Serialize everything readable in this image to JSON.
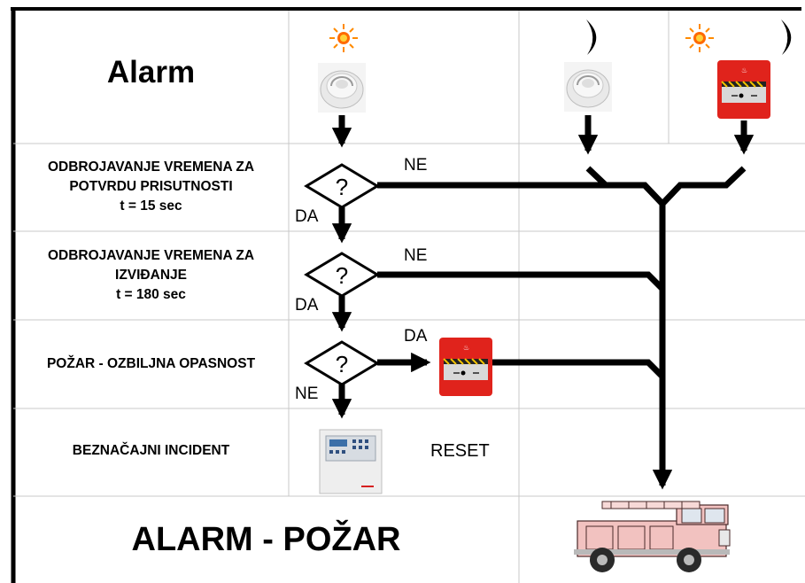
{
  "title": "Alarm",
  "rows": [
    {
      "line1": "ODBROJAVANJE VREMENA ZA",
      "line2": "POTVRDU PRISUTNOSTI",
      "line3": "t = 15 sec"
    },
    {
      "line1": "ODBROJAVANJE VREMENA ZA",
      "line2": "IZVIĐANJE",
      "line3": "t = 180 sec"
    },
    {
      "line1": "POŽAR - OZBILJNA OPASNOST"
    },
    {
      "line1": "BEZNAČAJNI INCIDENT"
    }
  ],
  "final_label": "ALARM - POŽAR",
  "decision_symbol": "?",
  "flow_labels": {
    "ne1": "NE",
    "da1": "DA",
    "ne2": "NE",
    "da2": "DA",
    "da3": "DA",
    "ne3": "NE",
    "reset": "RESET"
  },
  "icons": [
    "sun-icon",
    "moon-icon",
    "smoke-detector-icon",
    "manual-call-point-icon",
    "fire-panel-icon",
    "fire-truck-icon"
  ],
  "colors": {
    "line": "#000000",
    "grid": "#c8c8c8",
    "call_point_red": "#e0231c",
    "sun": "#ff8a00",
    "truck": "#f2c2c0"
  }
}
